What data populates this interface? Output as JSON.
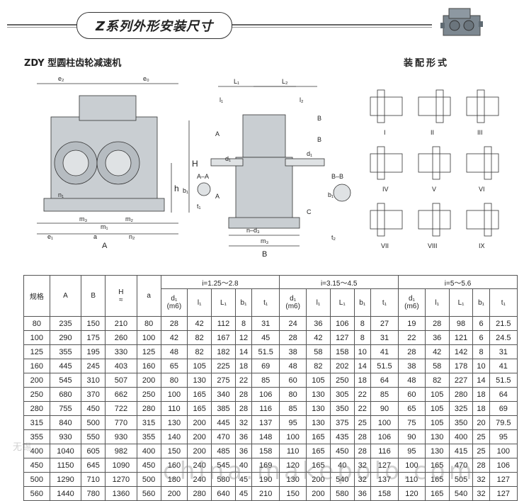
{
  "header": {
    "tab_title": "Z系列外形安装尺寸"
  },
  "section": {
    "title": "ZDY 型圆柱齿轮减速机",
    "assembly_title": "装配形式"
  },
  "assembly": {
    "roman": [
      "I",
      "II",
      "III",
      "IV",
      "V",
      "VI",
      "VII",
      "VIII",
      "IX"
    ]
  },
  "labels": {
    "front": [
      "e₂",
      "e₀",
      "H",
      "h",
      "n₁",
      "m₃",
      "m₁",
      "m₂",
      "e₁",
      "a",
      "n₂",
      "A"
    ],
    "side": [
      "L₁",
      "L₂",
      "l₁",
      "l₂",
      "A",
      "d₁",
      "B",
      "B",
      "A–A",
      "b₁",
      "t₁",
      "A",
      "d₁",
      "B–B",
      "b₁",
      "C",
      "n–d₃",
      "m₃",
      "B",
      "t₂"
    ]
  },
  "table": {
    "headers": {
      "model": "规格",
      "A": "A",
      "B": "B",
      "H": "H",
      "H_sub": "≈",
      "a": "a",
      "groups": [
        "i=1.25～2.8",
        "i=3.15～4.5",
        "i=5～5.6"
      ],
      "d1": "d₁",
      "d1_sub": "(m6)",
      "l1": "l₁",
      "L1": "L₁",
      "b1": "b₁",
      "t1": "t₁"
    },
    "rows": [
      [
        "80",
        "235",
        "150",
        "210",
        "80",
        "28",
        "42",
        "112",
        "8",
        "31",
        "24",
        "36",
        "106",
        "8",
        "27",
        "19",
        "28",
        "98",
        "6",
        "21.5"
      ],
      [
        "100",
        "290",
        "175",
        "260",
        "100",
        "42",
        "82",
        "167",
        "12",
        "45",
        "28",
        "42",
        "127",
        "8",
        "31",
        "22",
        "36",
        "121",
        "6",
        "24.5"
      ],
      [
        "125",
        "355",
        "195",
        "330",
        "125",
        "48",
        "82",
        "182",
        "14",
        "51.5",
        "38",
        "58",
        "158",
        "10",
        "41",
        "28",
        "42",
        "142",
        "8",
        "31"
      ],
      [
        "160",
        "445",
        "245",
        "403",
        "160",
        "65",
        "105",
        "225",
        "18",
        "69",
        "48",
        "82",
        "202",
        "14",
        "51.5",
        "38",
        "58",
        "178",
        "10",
        "41"
      ],
      [
        "200",
        "545",
        "310",
        "507",
        "200",
        "80",
        "130",
        "275",
        "22",
        "85",
        "60",
        "105",
        "250",
        "18",
        "64",
        "48",
        "82",
        "227",
        "14",
        "51.5"
      ],
      [
        "250",
        "680",
        "370",
        "662",
        "250",
        "100",
        "165",
        "340",
        "28",
        "106",
        "80",
        "130",
        "305",
        "22",
        "85",
        "60",
        "105",
        "280",
        "18",
        "64"
      ],
      [
        "280",
        "755",
        "450",
        "722",
        "280",
        "110",
        "165",
        "385",
        "28",
        "116",
        "85",
        "130",
        "350",
        "22",
        "90",
        "65",
        "105",
        "325",
        "18",
        "69"
      ],
      [
        "315",
        "840",
        "500",
        "770",
        "315",
        "130",
        "200",
        "445",
        "32",
        "137",
        "95",
        "130",
        "375",
        "25",
        "100",
        "75",
        "105",
        "350",
        "20",
        "79.5"
      ],
      [
        "355",
        "930",
        "550",
        "930",
        "355",
        "140",
        "200",
        "470",
        "36",
        "148",
        "100",
        "165",
        "435",
        "28",
        "106",
        "90",
        "130",
        "400",
        "25",
        "95"
      ],
      [
        "400",
        "1040",
        "605",
        "982",
        "400",
        "150",
        "200",
        "485",
        "36",
        "158",
        "110",
        "165",
        "450",
        "28",
        "116",
        "95",
        "130",
        "415",
        "25",
        "100"
      ],
      [
        "450",
        "1150",
        "645",
        "1090",
        "450",
        "160",
        "240",
        "545",
        "40",
        "169",
        "120",
        "165",
        "40",
        "32",
        "127",
        "100",
        "165",
        "470",
        "28",
        "106"
      ],
      [
        "500",
        "1290",
        "710",
        "1270",
        "500",
        "180",
        "240",
        "580",
        "45",
        "190",
        "130",
        "200",
        "540",
        "32",
        "137",
        "110",
        "165",
        "505",
        "32",
        "127"
      ],
      [
        "560",
        "1440",
        "780",
        "1360",
        "560",
        "200",
        "280",
        "640",
        "45",
        "210",
        "150",
        "200",
        "580",
        "36",
        "158",
        "120",
        "165",
        "540",
        "32",
        "127"
      ]
    ]
  },
  "watermark": {
    "text": "china.makepolo.com",
    "text2": "无锡"
  }
}
